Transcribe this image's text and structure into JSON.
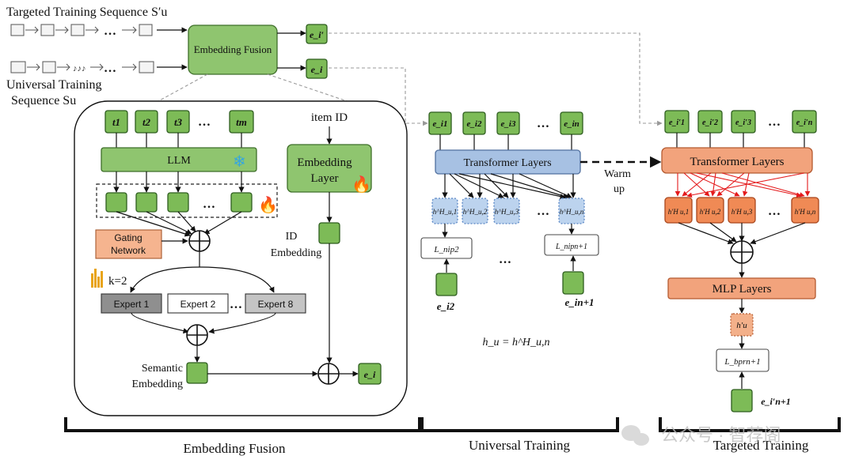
{
  "input": {
    "targeted_seq": "Targeted Training Sequence  S′u",
    "universal_seq_1": "Universal Training",
    "universal_seq_2": "Sequence Su"
  },
  "embedding_fusion_box": "Embedding Fusion",
  "outputs": {
    "e_i_prime": "e_i′",
    "e_i": "e_i"
  },
  "detail": {
    "tokens": [
      "t1",
      "t2",
      "t3",
      "…",
      "tm"
    ],
    "llm": "LLM",
    "item_id": "item ID",
    "embedding_layer_1": "Embedding",
    "embedding_layer_2": "Layer",
    "id_embedding_1": "ID",
    "id_embedding_2": "Embedding",
    "gating_1": "Gating",
    "gating_2": "Network",
    "k": "k=2",
    "experts": [
      "Expert 1",
      "Expert 2",
      "…",
      "Expert 8"
    ],
    "semantic_1": "Semantic",
    "semantic_2": "Embedding",
    "out": "e_i"
  },
  "universal": {
    "inputs": [
      "e_i1",
      "e_i2",
      "e_i3",
      "…",
      "e_in"
    ],
    "transformer": "Transformer Layers",
    "hidden": [
      "h^H_u,1",
      "h^H_u,2",
      "h^H_u,3",
      "…",
      "h^H_u,n"
    ],
    "loss_a": "L_nip2",
    "loss_b": "L_nipn+1",
    "ellipsis": "…",
    "target_a": "e_i2",
    "target_b": "e_in+1",
    "formula": "h_u = h^H_u,n"
  },
  "warmup": "Warm up",
  "targeted": {
    "inputs": [
      "e_i′1",
      "e_i′2",
      "e_i′3",
      "…",
      "e_i′n"
    ],
    "transformer": "Transformer Layers",
    "hidden": [
      "h′H u,1",
      "h′H u,2",
      "h′H u,3",
      "…",
      "h′H u,n"
    ],
    "mlp": "MLP Layers",
    "hu": "h′u",
    "loss": "L_bprn+1",
    "target": "e_i′n+1"
  },
  "brackets": {
    "embedding_fusion": "Embedding Fusion",
    "universal": "Universal Training",
    "targeted": "Targeted Training"
  },
  "watermark": "公众号 · 智荐阁",
  "colors": {
    "green": "#8fc56f",
    "blue": "#a7c1e3",
    "orange": "#f2a37c",
    "red": "#e41a1c"
  }
}
